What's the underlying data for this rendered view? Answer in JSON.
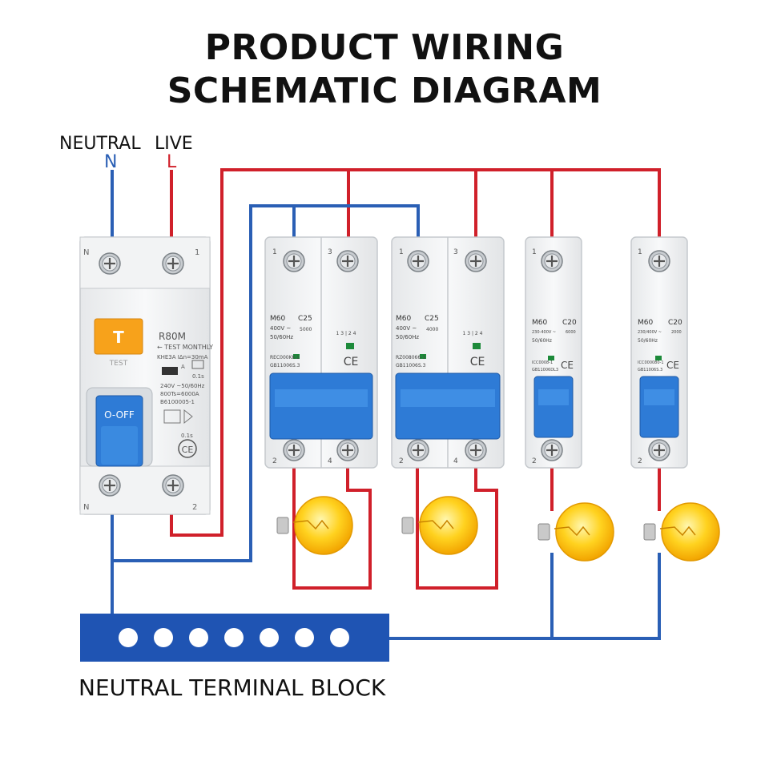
{
  "title": {
    "line1": "PRODUCT WIRING",
    "line2": "SCHEMATIC DIAGRAM"
  },
  "supply": {
    "neutral_label": "NEUTRAL",
    "live_label": "LIVE",
    "neutral_letter": "N",
    "live_letter": "L"
  },
  "rcd": {
    "terminal_top_n": "N",
    "terminal_top_1": "1",
    "terminal_bot_n": "N",
    "terminal_bot_2": "2",
    "test_button": "T",
    "test_caption": "TEST",
    "model": "R80M",
    "test_note": "← TEST MONTHLY",
    "spec1": "KHE3A  IΔn=30mA",
    "spec2": "A",
    "spec3": "0.1s",
    "spec4": "240V ~50/60Hz",
    "spec5": "800Ts=6000A",
    "spec6": "B6100005-1",
    "spec7": "0.1s",
    "switch_label": "O-OFF",
    "ce": "CE"
  },
  "mcbs": [
    {
      "top_left": "1",
      "top_right": "3",
      "bot_left": "2",
      "bot_right": "4",
      "model": "M60",
      "rating": "C25",
      "voltage": "400V ~",
      "freq": "50/60Hz",
      "capacity": "5000",
      "std1": "REC000KK-1",
      "std2": "GB11006S.3",
      "ce": "CE",
      "diagram": "1 3 | 2 4"
    },
    {
      "top_left": "1",
      "top_right": "3",
      "bot_left": "2",
      "bot_right": "4",
      "model": "M60",
      "rating": "C25",
      "voltage": "400V ~",
      "freq": "50/60Hz",
      "capacity": "4000",
      "std1": "RZ008066-1",
      "std2": "GB11006S.3",
      "ce": "CE",
      "diagram": "1 3 | 2 4"
    },
    {
      "top": "1",
      "bot": "2",
      "model": "M60",
      "rating": "C20",
      "voltage": "230-400V ~",
      "freq": "50/60Hz",
      "capacity": "6000",
      "std1": "ICC0008-1",
      "std2": "GB11006DL3",
      "ce": "CE"
    },
    {
      "top": "1",
      "bot": "2",
      "model": "M60",
      "rating": "C20",
      "voltage": "230/400V ~",
      "freq": "50/60Hz",
      "capacity": "2000",
      "std1": "ICC000080-1",
      "std2": "GB11006S.3",
      "ce": "CE"
    }
  ],
  "terminal_block": {
    "label": "NEUTRAL TERMINAL BLOCK",
    "holes": 7
  },
  "colors": {
    "live": "#d0202a",
    "neutral": "#2a5fb5",
    "block": "#1f54b3",
    "breaker_blue": "#2e7bd6",
    "test_orange": "#f7a21b",
    "bulb": "#ffd21f"
  }
}
